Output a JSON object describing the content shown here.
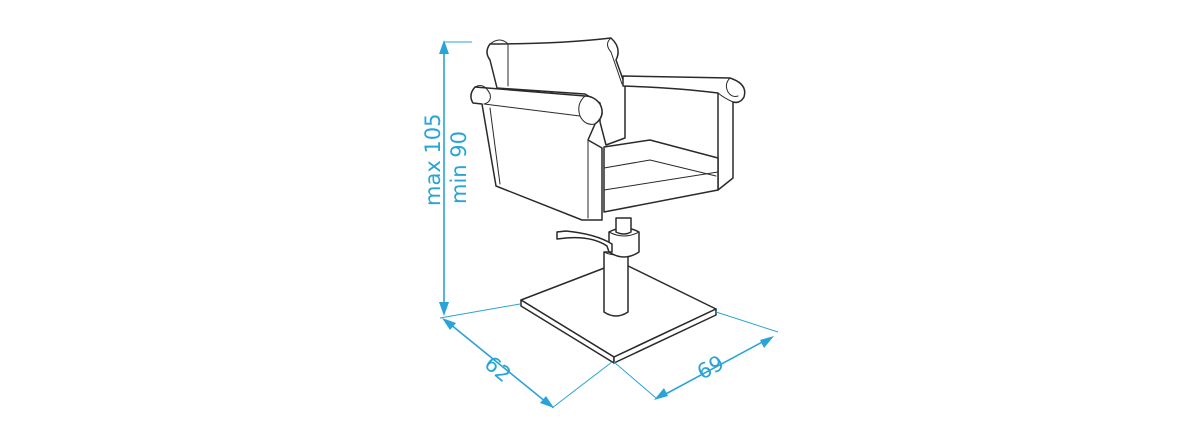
{
  "dimensions": {
    "height_max": "max 105",
    "height_min": "min 90",
    "depth": "62",
    "width": "69"
  },
  "colors": {
    "dimension": "#2aa3d6",
    "outline": "#2a2a2a",
    "background": "#ffffff"
  }
}
